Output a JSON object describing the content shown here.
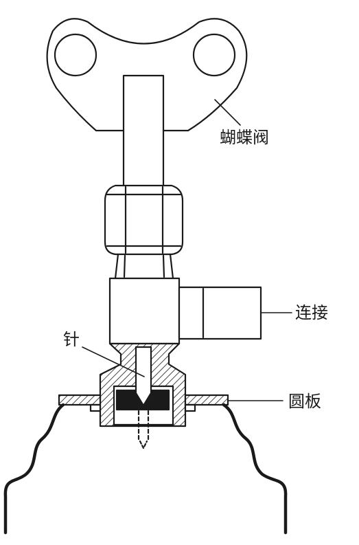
{
  "labels": {
    "butterfly_valve": "蝴蝶阀",
    "connection": "连接",
    "needle": "针",
    "round_plate": "圆板"
  },
  "colors": {
    "ink": "#1a1a1a",
    "background": "#ffffff"
  }
}
